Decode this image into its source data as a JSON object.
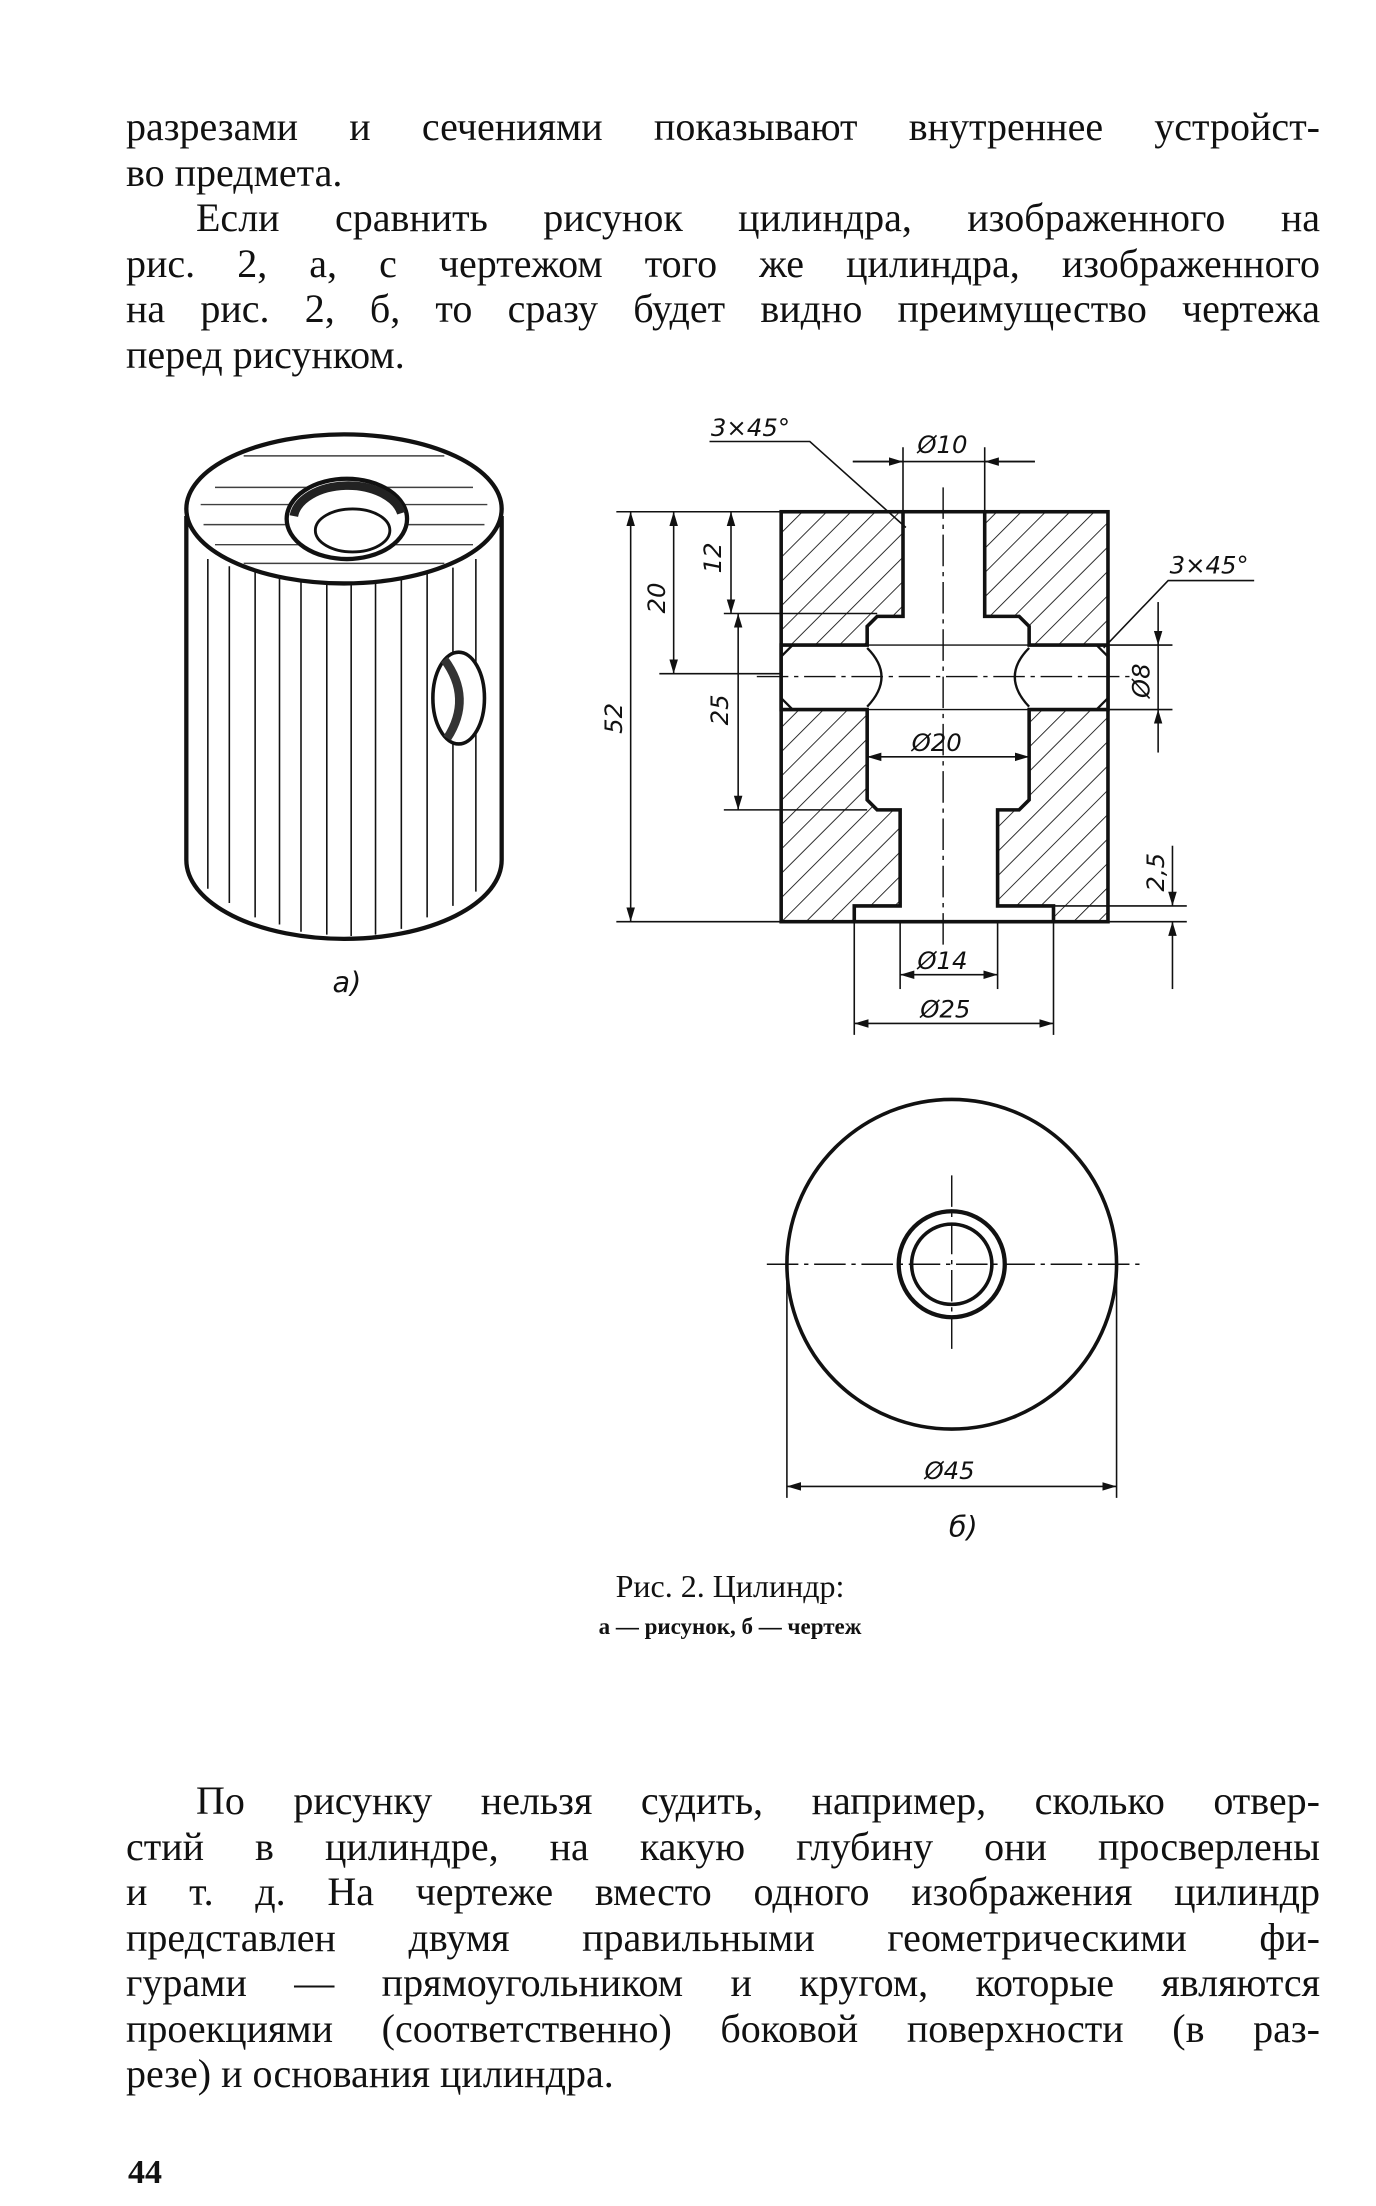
{
  "paragraph_top": [
    "разрезами и сечениями показывают внутреннее устройст-",
    "во предмета.",
    "Если сравнить рисунок цилиндра, изображенного на",
    "рис. 2, а, с чертежом того же цилиндра, изображенного",
    "на рис. 2, б, то сразу будет видно преимущество чертежа",
    "перед рисунком."
  ],
  "figure": {
    "label_a": "а)",
    "label_b": "б)",
    "dimensions": {
      "chamfer_top": "3×45°",
      "chamfer_right": "3×45°",
      "d10": "Ø10",
      "d20": "Ø20",
      "d8": "Ø8",
      "d14": "Ø14",
      "d25": "Ø25",
      "d45": "Ø45",
      "h52": "52",
      "h20": "20",
      "h12": "12",
      "h25": "25",
      "h2_5": "2,5"
    },
    "caption_title": "Рис. 2. Цилиндр:",
    "caption_sub": "а — рисунок,  б — чертеж"
  },
  "paragraph_bottom": [
    "По рисунку нельзя судить, например, сколько отвер-",
    "стий в цилиндре, на какую глубину они просверлены",
    "и т. д. На чертеже вместо одного изображения цилиндр",
    "представлен двумя правильными геометрическими фи-",
    "гурами — прямоугольником и кругом, которые являются",
    "проекциями (соответственно) боковой поверхности (в раз-",
    "резе) и основания цилиндра."
  ],
  "page_number": "44"
}
